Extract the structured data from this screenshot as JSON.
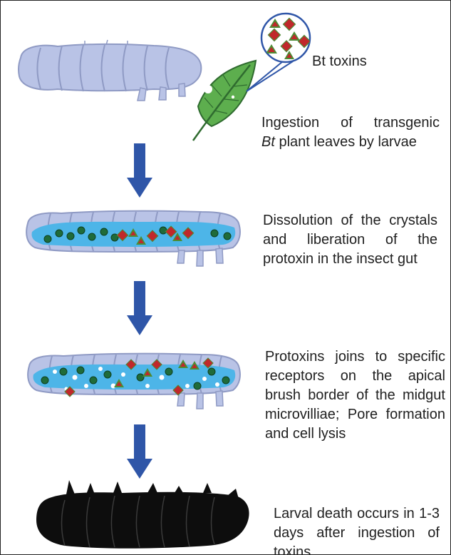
{
  "diagram": {
    "toxin_callout_label": "Bt toxins",
    "steps": [
      {
        "lines": [
          "Ingestion of transgenic",
          "Bt plant leaves by larvae"
        ],
        "emphasis": "Bt"
      },
      {
        "lines": [
          "Dissolution of the crystals",
          "and liberation of the",
          "protoxin in the insect gut"
        ]
      },
      {
        "lines": [
          "Protoxins joins to specific",
          "receptors on the apical",
          "brush border of the midgut",
          "microvilliae; Pore formation",
          "and cell lysis"
        ]
      },
      {
        "lines": [
          "Larval death occurs in 1-3",
          "days after ingestion of",
          "toxins"
        ]
      }
    ]
  },
  "colors": {
    "larva_body": "#b9c3e6",
    "larva_outline": "#8f9ac4",
    "gut": "#4db5e8",
    "gut_light": "#9fd4f2",
    "leaf": "#5dae4e",
    "leaf_dark": "#2f6b2f",
    "toxin_red": "#c0282b",
    "toxin_green": "#4d8c35",
    "dot_green": "#1f6b3a",
    "arrow": "#2f56a8",
    "dead_larva": "#0d0d0d"
  }
}
